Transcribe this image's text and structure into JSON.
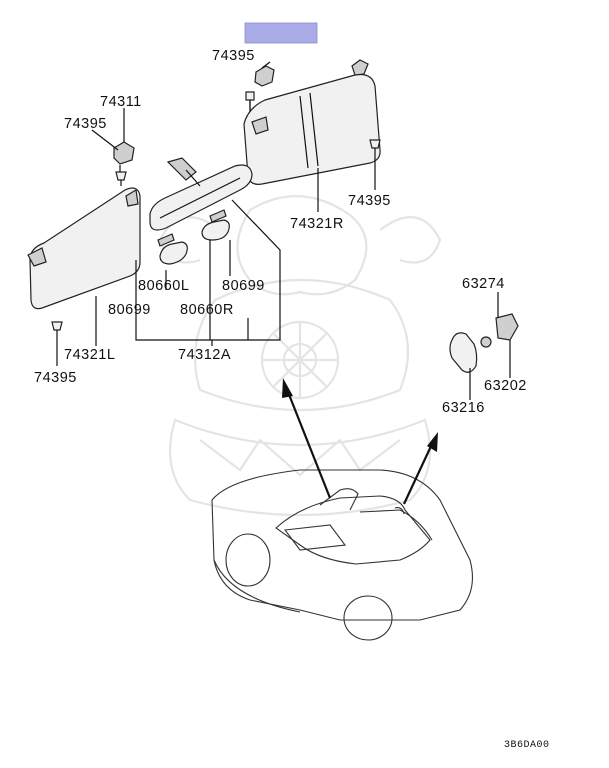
{
  "diagram": {
    "labels": {
      "l_74395_top": "74395",
      "l_74311": "74311",
      "l_74395_left": "74395",
      "l_74395_right": "74395",
      "l_74321R": "74321R",
      "l_80660L": "80660L",
      "l_80699_a": "80699",
      "l_80699_b": "80699",
      "l_80660R": "80660R",
      "l_74321L": "74321L",
      "l_74312A": "74312A",
      "l_74395_bottom": "74395",
      "l_63274": "63274",
      "l_63202": "63202",
      "l_63216": "63216"
    },
    "diagram_code": "3B6DA00",
    "colors": {
      "highlight_box": "#a9abe6",
      "line": "#111111",
      "watermark": "#e4e4e4"
    }
  }
}
